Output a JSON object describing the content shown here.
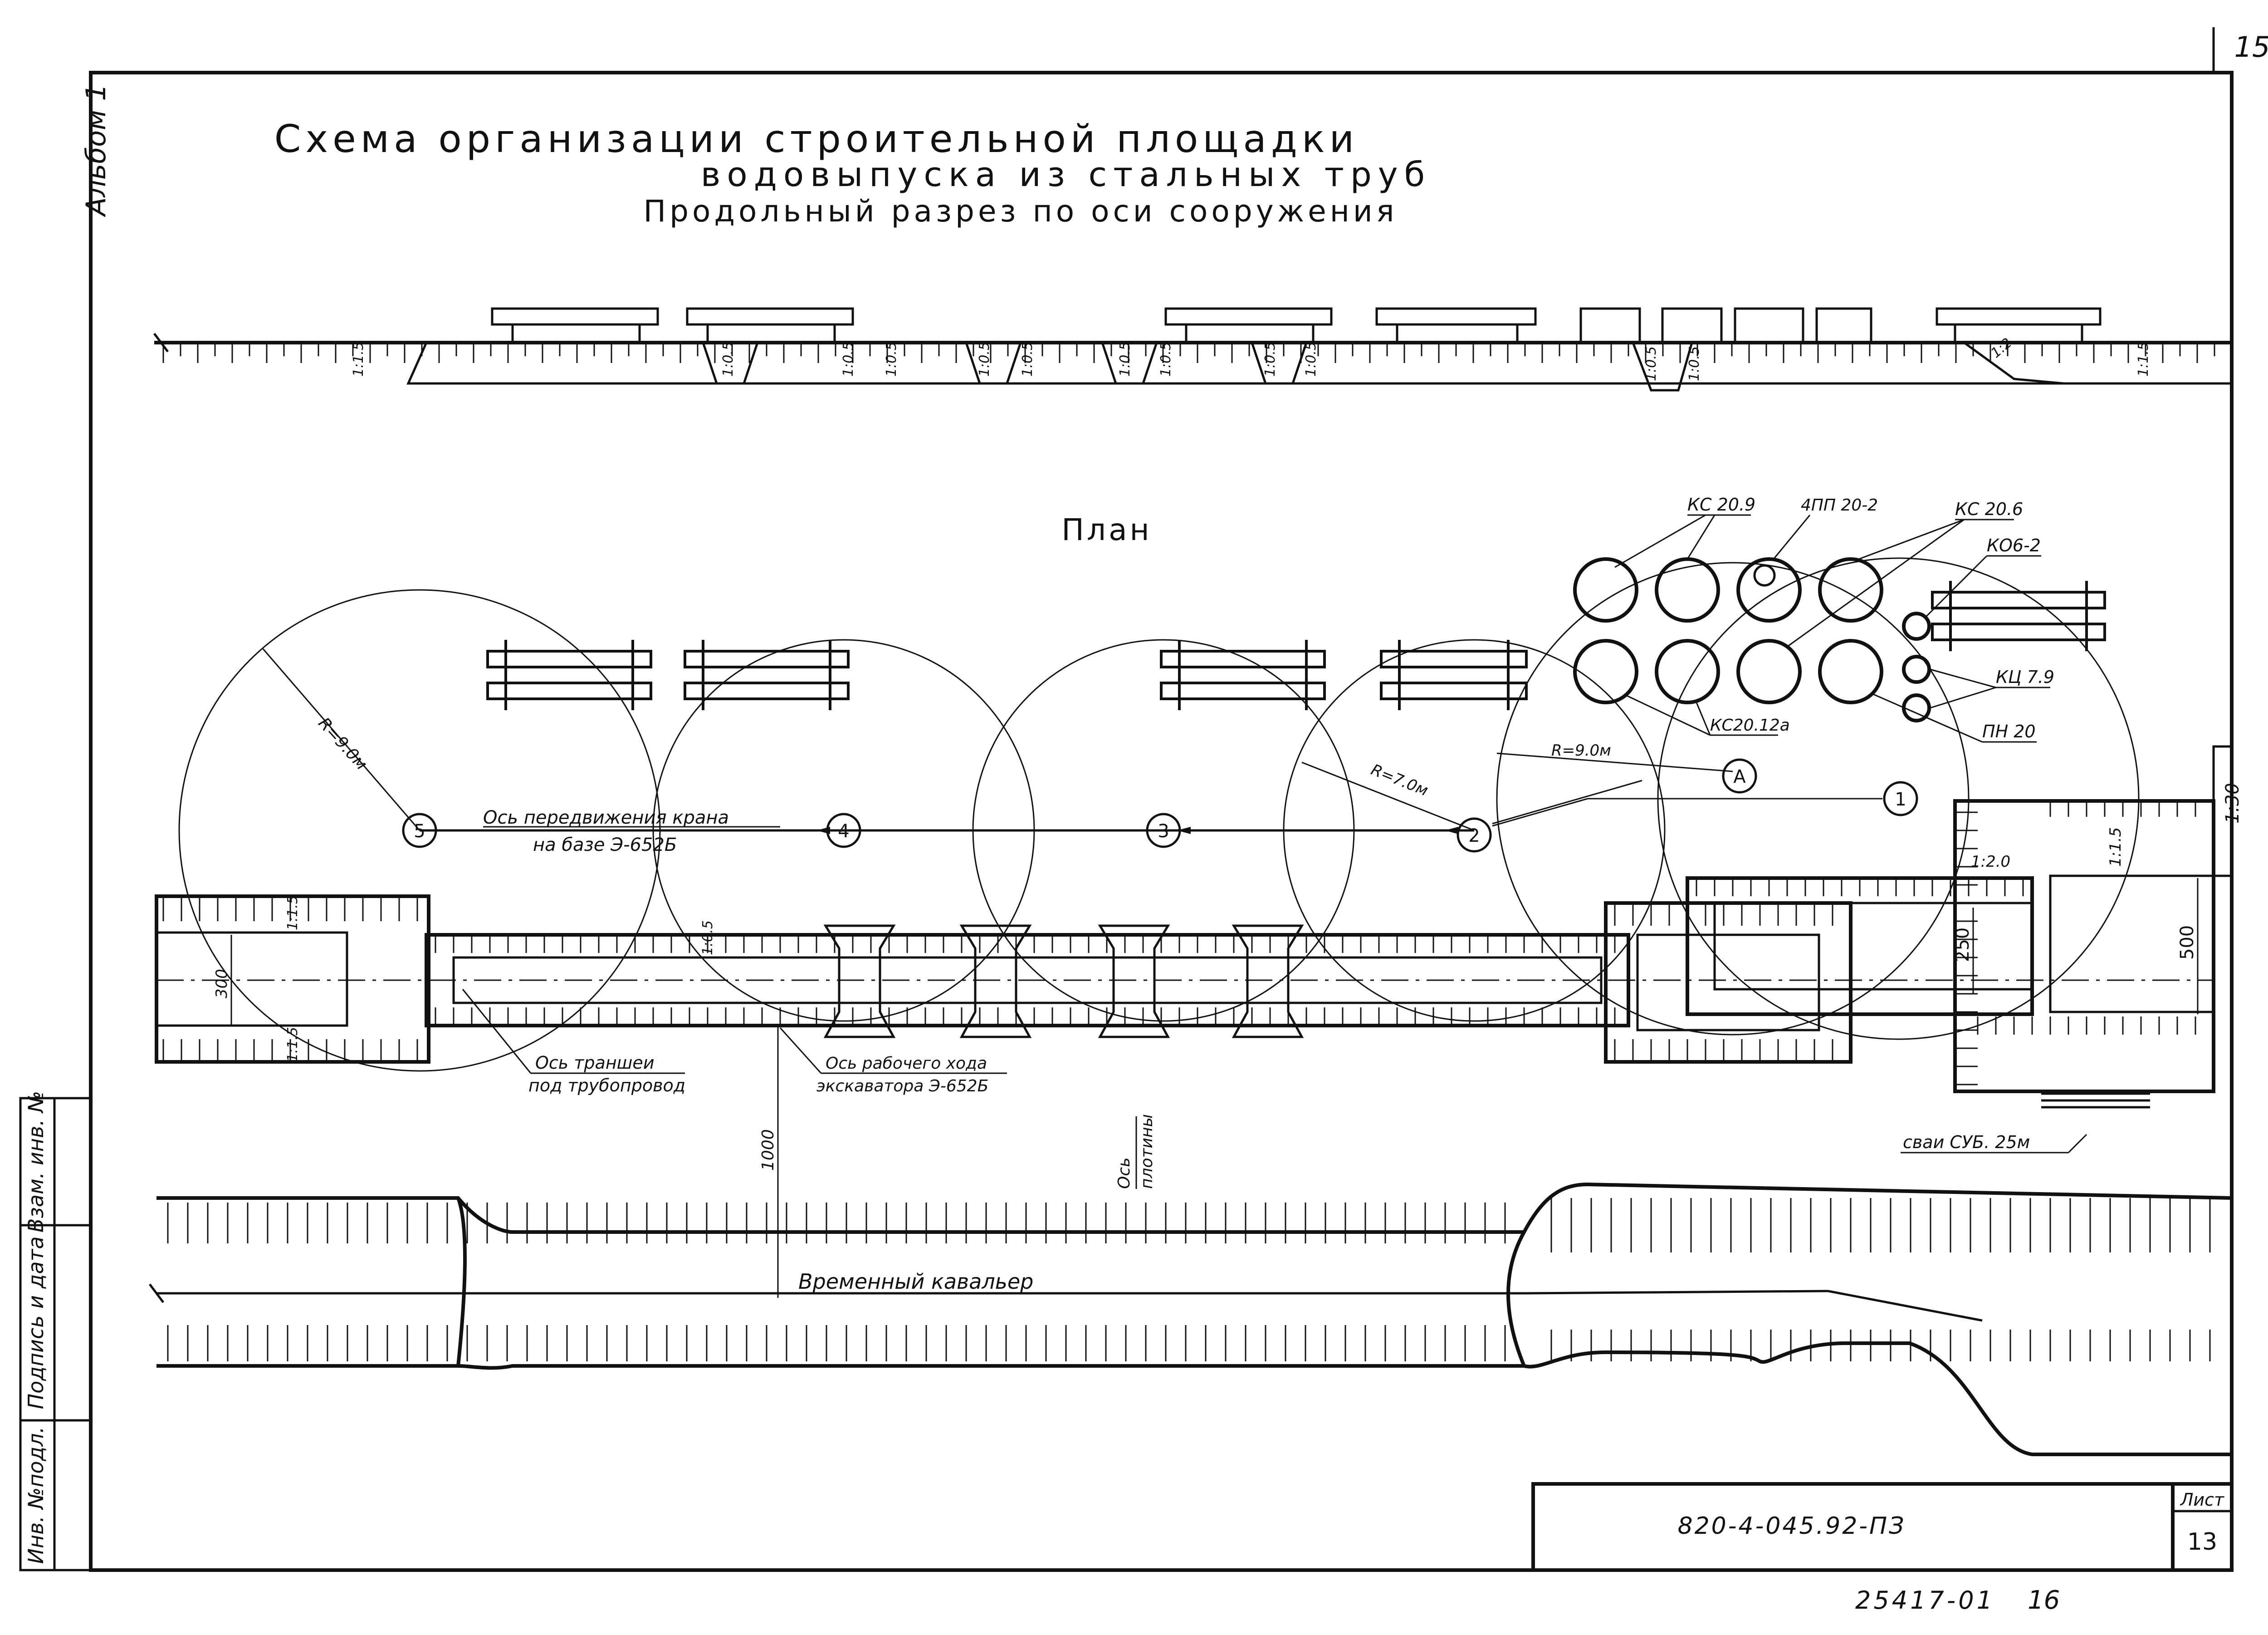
{
  "title": {
    "line1": "Схема организации строительной площадки",
    "line2": "водовыпуска из стальных труб",
    "line3": "Продольный разрез по оси сооружения"
  },
  "page_number_top": "15",
  "album_label": "Альбом 1",
  "plan_label": "План",
  "section_slopes": {
    "s1": "1:1.5",
    "s2": "1:0.5",
    "s3": "1:0.5",
    "s4": "1:0.5",
    "s5": "1:0.5",
    "s6": "1:0.5",
    "s7": "1:0.5",
    "s8": "1:0.5",
    "s9": "1:0.5",
    "s10": "1:0.5",
    "s11": "1:0.5",
    "s12": "1:0.5",
    "s13": "1:2",
    "s14": "1:1.5"
  },
  "labels": {
    "ks_20_9": "КС 20.9",
    "pp_20_2": "4ПП 20-2",
    "ks_20_6": "КС 20.6",
    "ko_6_2": "КО6-2",
    "kts_7_9": "КЦ 7.9",
    "ks_20_12a": "КС20.12а",
    "pn_20": "ПН 20",
    "radius_9_left": "R=9.0м",
    "radius_9_right": "R=9.0м",
    "radius_7": "R=7.0м",
    "axis_a": "А",
    "axis_1": "1",
    "axis_2": "2",
    "axis_3": "3",
    "axis_4": "4",
    "axis_5": "5",
    "crane_axis_line1": "Ось передвижения крана",
    "crane_axis_line2": "на базе Э-652Б",
    "trench_axis_line1": "Ось траншеи",
    "trench_axis_line2": "под трубопровод",
    "excavator_line1": "Ось рабочего хода",
    "excavator_line2": "экскаватора Э-652Б",
    "dam_axis_line1": "Ось",
    "dam_axis_line2": "плотины",
    "piles": "сваи СУБ. 25м",
    "dim_1000": "1000",
    "dim_300": "300",
    "dim_250": "250",
    "dim_500": "500",
    "slope_1_30": "1:30",
    "slope_1_2_0": "1:2.0",
    "slope_1_1_5_plan": "1:1.5",
    "slope_1_0_5_plan": "1:0.5",
    "slope_left_top": "1:1.5",
    "slope_left_bot": "1:1.5",
    "temp_spoil": "Временный кавальер"
  },
  "stamp": {
    "doc_code": "820-4-045.92-ПЗ",
    "sheet_label": "Лист",
    "sheet_number": "13",
    "bottom_code": "25417-01",
    "bottom_page": "16"
  },
  "side_stamp": {
    "inv_podl": "Инв. №подл.",
    "podpis": "Подпись и дата",
    "vzam": "Взам. инв. №"
  }
}
